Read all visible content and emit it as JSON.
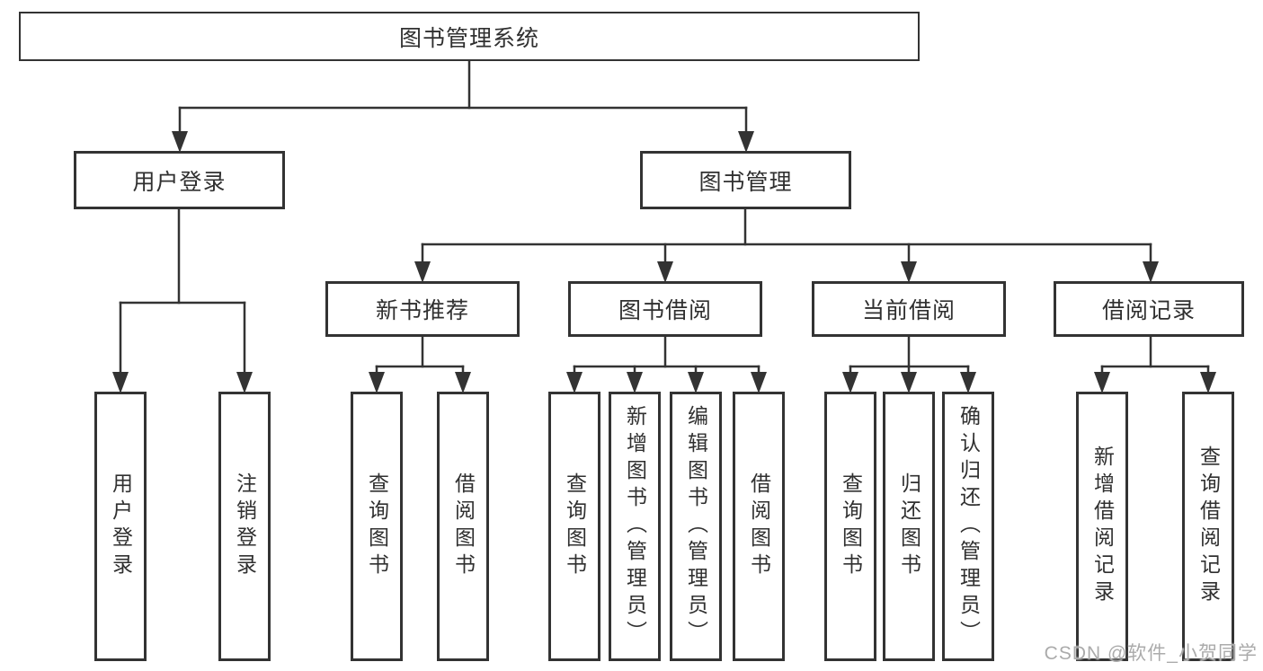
{
  "title": "图书管理系统",
  "tree": {
    "label": "图书管理系统",
    "children": [
      {
        "label": "用户登录",
        "children": [
          {
            "label": "用户登录"
          },
          {
            "label": "注销登录"
          }
        ]
      },
      {
        "label": "图书管理",
        "children": [
          {
            "label": "新书推荐",
            "children": [
              {
                "label": "查询图书"
              },
              {
                "label": "借阅图书"
              }
            ]
          },
          {
            "label": "图书借阅",
            "children": [
              {
                "label": "查询图书"
              },
              {
                "label": "新增图书（管理员）"
              },
              {
                "label": "编辑图书（管理员）"
              },
              {
                "label": "借阅图书"
              }
            ]
          },
          {
            "label": "当前借阅",
            "children": [
              {
                "label": "查询图书"
              },
              {
                "label": "归还图书"
              },
              {
                "label": "确认归还（管理员）"
              }
            ]
          },
          {
            "label": "借阅记录",
            "children": [
              {
                "label": "新增借阅记录"
              },
              {
                "label": "查询借阅记录"
              }
            ]
          }
        ]
      }
    ]
  },
  "watermark": "CSDN @软件_小贺同学",
  "colors": {
    "line": "#333333",
    "border": "#333333",
    "text": "#303030",
    "watermark": "#ababab",
    "background": "#ffffff"
  }
}
